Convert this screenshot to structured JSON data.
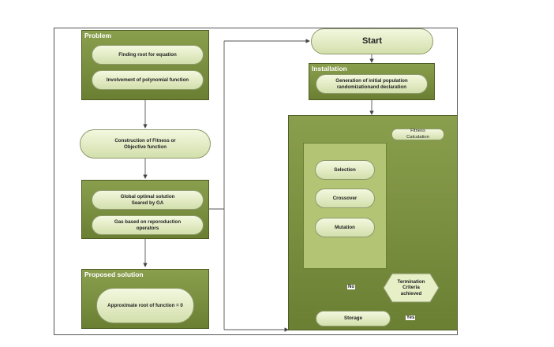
{
  "diagram": {
    "problem": {
      "title": "Problem",
      "items": [
        "Finding root for equation",
        "Involvement of polynomial function"
      ]
    },
    "construction": "Construction of Fitness or\nObjective function",
    "ga": {
      "items": [
        "Global optimal solution\nSeared by GA",
        "Gas based on reporoduction\noperators"
      ]
    },
    "proposed": {
      "title": "Proposed solution",
      "item": "Approximate root of function = 0"
    },
    "start": "Start",
    "installation": {
      "title": "Installation",
      "item": "Generation of initial population\nrandomizationand declaration"
    },
    "loop": {
      "fitness": "Fitness\nCalculation",
      "operators": [
        "Selection",
        "Crossover",
        "Mutation"
      ],
      "termination": "Termination\nCriteria\nachieved",
      "no_label": "No",
      "yes_label": "Yes",
      "storage": "Storage"
    }
  },
  "colors": {
    "box_fill": "#7a8f40",
    "pill_fill": "#e6efc6",
    "inner_fill": "#b3c575",
    "line": "#555555"
  }
}
